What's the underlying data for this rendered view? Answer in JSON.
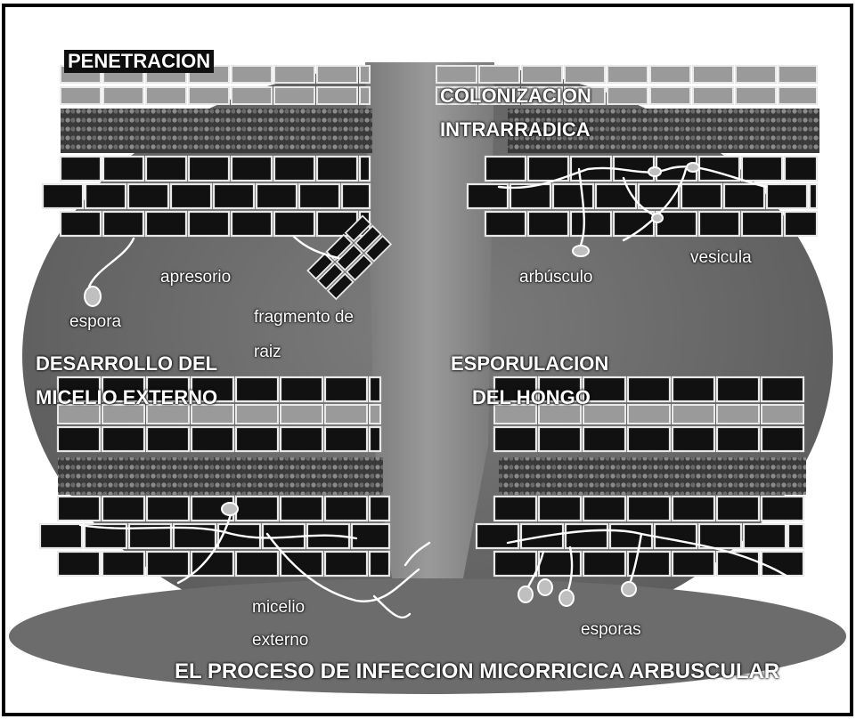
{
  "sections": {
    "penetration": "PENETRACION",
    "colonization_line1": "COLONIZACION",
    "colonization_line2": "INTRARRADICA",
    "mycelium_line1": "DESARROLLO DEL",
    "mycelium_line2": "MICELIO EXTERNO",
    "sporulation_line1": "ESPORULACION",
    "sporulation_line2": "DEL HONGO"
  },
  "labels": {
    "apresorio": "apresorio",
    "espora": "espora",
    "fragmento_line1": "fragmento de",
    "fragmento_line2": "raiz",
    "arbusculo": "arbúsculo",
    "vesicula": "vesicula",
    "micelio_line1": "micelio",
    "micelio_line2": "externo",
    "esporas": "esporas"
  },
  "title": "EL PROCESO DE INFECCION MICORRICICA ARBUSCULAR",
  "colors": {
    "background_ellipse": "#6e6e6e",
    "center_band": "#8a8a8a",
    "cells": "#111111",
    "cell_outline": "#e8e8e8",
    "text": "#ffffff"
  }
}
